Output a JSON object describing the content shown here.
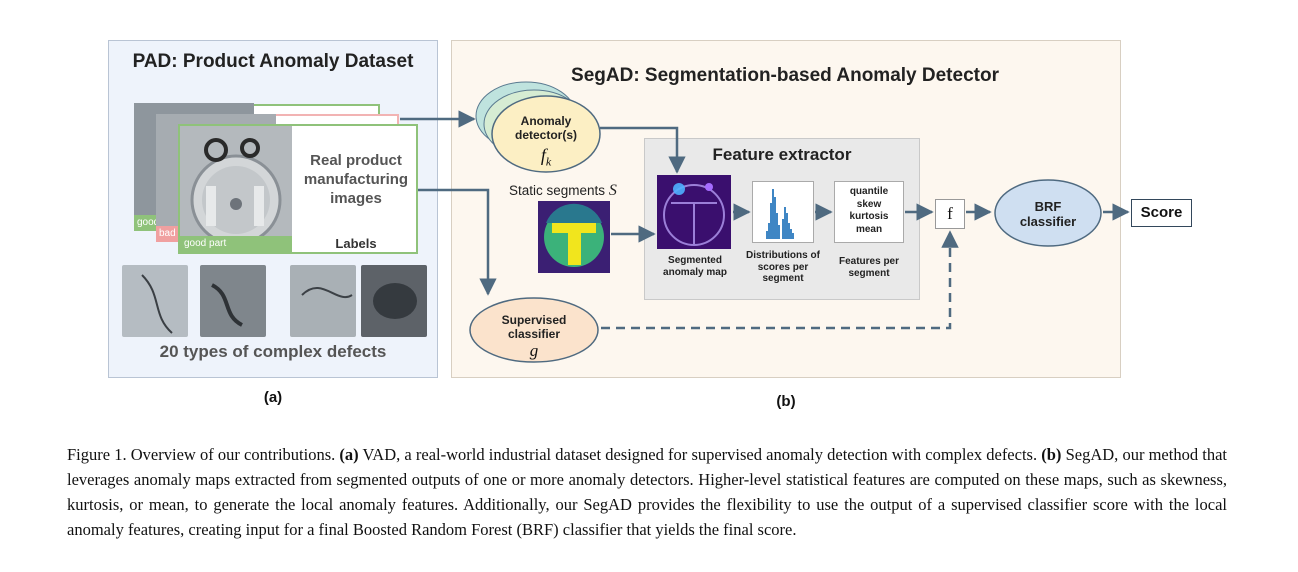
{
  "panel_a": {
    "title": "PAD: Product Anomaly Dataset",
    "real_images_label": "Real product manufacturing images",
    "labels_label": "Labels",
    "tag_good": "good",
    "tag_bad": "bad",
    "tag_good_part": "good part",
    "defects_label": "20 types of complex defects",
    "sub_label": "(a)"
  },
  "panel_b": {
    "title": "SegAD: Segmentation-based Anomaly Detector",
    "anomaly_detector_label": "Anomaly detector(s)",
    "anomaly_detector_symbol": "f",
    "anomaly_detector_sub": "k",
    "static_segments_label": "Static segments",
    "static_segments_symbol": "S",
    "feature_extractor_label": "Feature extractor",
    "segmented_map_label": "Segmented anomaly map",
    "distributions_label": "Distributions of scores per segment",
    "features_list": "quantile skew kurtosis mean",
    "features_label": "Features per segment",
    "f_label": "f",
    "brf_label": "BRF classifier",
    "score_label": "Score",
    "supervised_label": "Supervised classifier",
    "supervised_symbol": "g",
    "sub_label": "(b)"
  },
  "colors": {
    "panel_a_bg": "#eef3fb",
    "panel_b_bg": "#fdf7ef",
    "anomaly_detector_fill": "#fcefc4",
    "supervised_fill": "#fbe3cc",
    "brf_fill": "#cfdff1",
    "arrow": "#4f6a80",
    "green_tag": "#8fc27a",
    "red_tag": "#f0a0a0"
  },
  "caption": {
    "prefix": "Figure 1. Overview of our contributions. ",
    "a_marker": "(a)",
    "a_text": " VAD, a real-world industrial dataset designed for supervised anomaly detection with complex defects. ",
    "b_marker": "(b)",
    "b_text": " SegAD, our method that leverages anomaly maps extracted from segmented outputs of one or more anomaly detectors. Higher-level statistical features are computed on these maps, such as skewness, kurtosis, or mean, to generate the local anomaly features. Additionally, our SegAD provides the flexibility to use the output of a supervised classifier score with the local anomaly features, creating input for a final Boosted Random Forest (BRF) classifier that yields the final score."
  }
}
